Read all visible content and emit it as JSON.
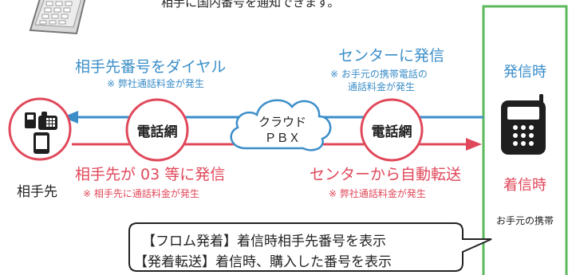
{
  "top_caption": "相手に国内番号を通知できます。",
  "left": {
    "label": "相手先"
  },
  "outgoing": {
    "left_title": "相手先番号をダイヤル",
    "left_note": "※ 弊社通話料金が発生",
    "right_title": "センターに発信",
    "right_note_line1": "※ お手元の携帯電話の",
    "right_note_line2": "通話料金が発生"
  },
  "incoming": {
    "left_title": "相手先が 03 等に発信",
    "left_note": "※ 相手先に通話料金が発生",
    "right_title": "センターから自動転送",
    "right_note": "※ 弊社通話料金が発生"
  },
  "network_left": "電話網",
  "network_right": "電話網",
  "cloud_line1": "クラウド",
  "cloud_line2": "ＰＢＸ",
  "panel": {
    "out_label": "発信時",
    "in_label": "着信時",
    "device_label": "お手元の携帯"
  },
  "callout": {
    "line1": "【フロム発着】着信時相手先番号を表示",
    "line2": "【発着転送】着信時、購入した番号を表示"
  },
  "colors": {
    "blue": "#3b8ec9",
    "red": "#e0485a",
    "green": "#5cb85c"
  }
}
